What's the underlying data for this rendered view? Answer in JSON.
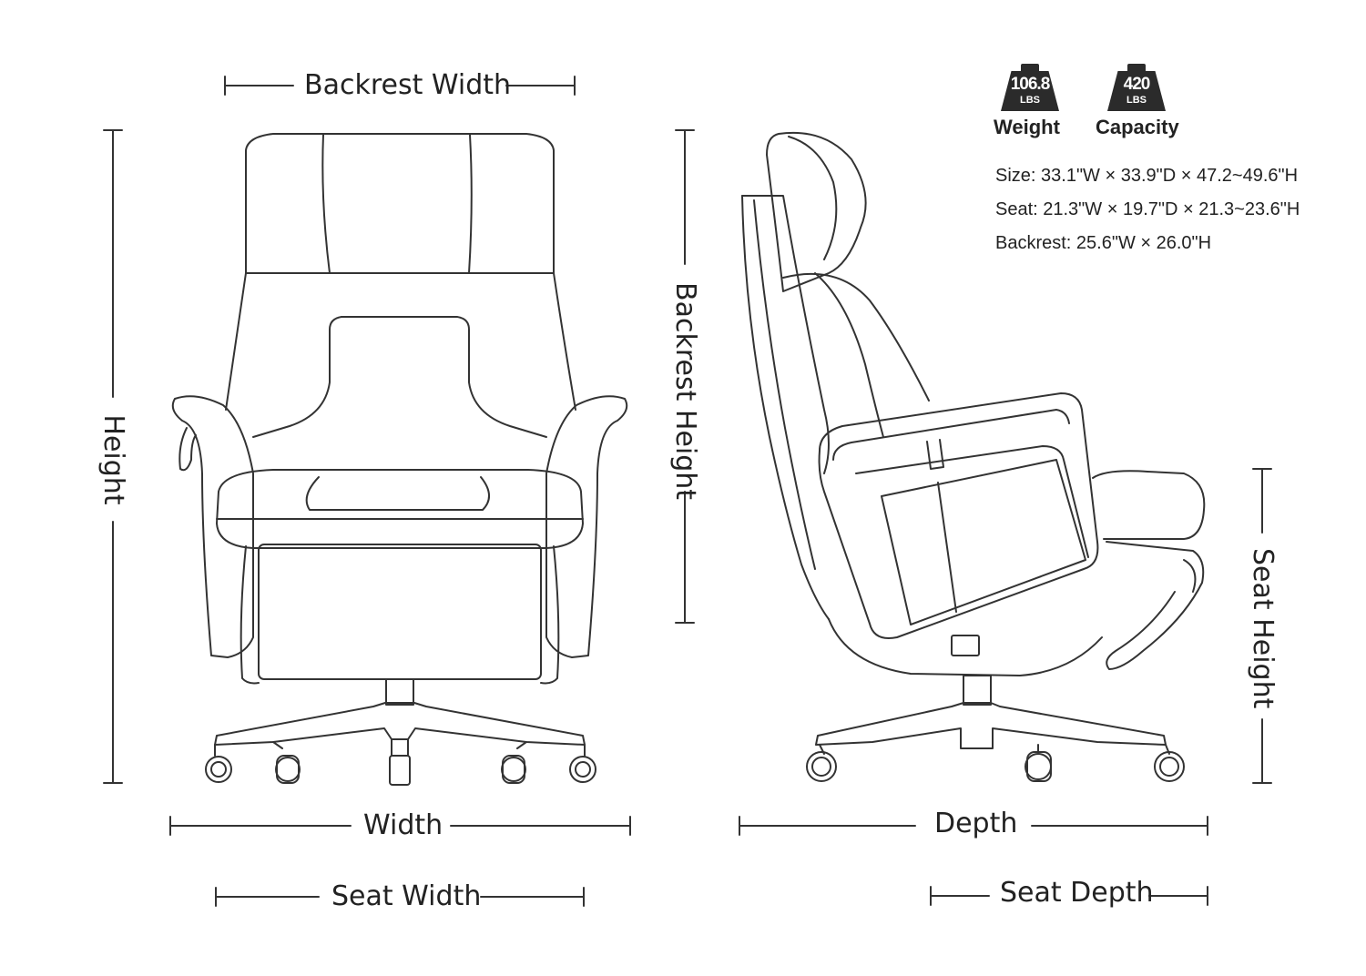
{
  "labels": {
    "backrest_width": "Backrest Width",
    "height": "Height",
    "backrest_height": "Backrest Height",
    "width": "Width",
    "seat_width": "Seat Width",
    "depth": "Depth",
    "seat_depth": "Seat Depth",
    "seat_height": "Seat Height"
  },
  "badges": {
    "weight": {
      "value": "106.8",
      "unit": "LBS",
      "caption": "Weight"
    },
    "capacity": {
      "value": "420",
      "unit": "LBS",
      "caption": "Capacity"
    }
  },
  "specs": {
    "size": "Size: 33.1\"W × 33.9\"D × 47.2~49.6\"H",
    "seat": "Seat: 21.3\"W × 19.7\"D × 21.3~23.6\"H",
    "backrest": "Backrest: 25.6\"W × 26.0\"H"
  }
}
